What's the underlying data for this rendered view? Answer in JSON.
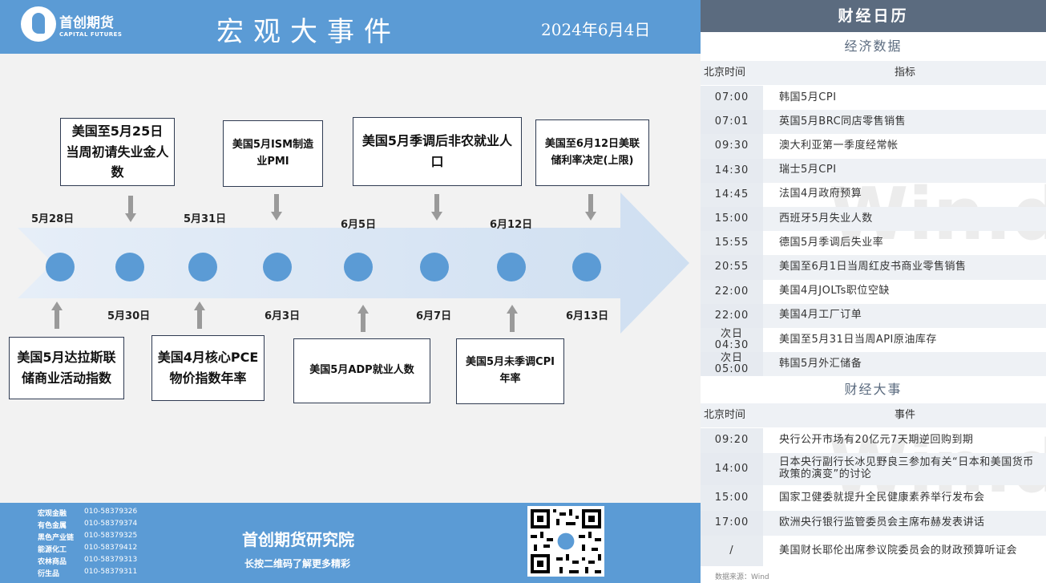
{
  "header": {
    "logo_cn": "首创期货",
    "logo_en": "CAPITAL FUTURES",
    "title": "宏观大事件",
    "date": "2024年6月4日"
  },
  "timeline": {
    "dates_top": [
      "5月28日",
      "5月31日",
      "6月5日",
      "6月12日"
    ],
    "dates_bottom": [
      "5月30日",
      "6月3日",
      "6月7日",
      "6月13日"
    ],
    "events_top": [
      "美国至5月25日当周初请失业金人数",
      "美国5月ISM制造业PMI",
      "美国5月季调后非农就业人口",
      "美国至6月12日美联储利率决定(上限)"
    ],
    "events_bottom": [
      "美国5月达拉斯联储商业活动指数",
      "美国4月核心PCE物价指数年率",
      "美国5月ADP就业人数",
      "美国5月未季调CPI年率"
    ]
  },
  "footer": {
    "contacts": [
      {
        "dept": "宏观金融",
        "phone": "010-58379326"
      },
      {
        "dept": "有色金属",
        "phone": "010-58379374"
      },
      {
        "dept": "黑色产业链",
        "phone": "010-58379325"
      },
      {
        "dept": "能源化工",
        "phone": "010-58379412"
      },
      {
        "dept": "农林商品",
        "phone": "010-58379313"
      },
      {
        "dept": "衍生品",
        "phone": "010-58379311"
      }
    ],
    "institute": "首创期货研究院",
    "slogan": "长按二维码了解更多精彩"
  },
  "calendar": {
    "title": "财经日历",
    "econ_title": "经济数据",
    "col_time": "北京时间",
    "col_indicator": "指标",
    "econ_rows": [
      {
        "time": "07:00",
        "name": "韩国5月CPI"
      },
      {
        "time": "07:01",
        "name": "英国5月BRC同店零售销售"
      },
      {
        "time": "09:30",
        "name": "澳大利亚第一季度经常帐"
      },
      {
        "time": "14:30",
        "name": "瑞士5月CPI"
      },
      {
        "time": "14:45",
        "name": "法国4月政府预算"
      },
      {
        "time": "15:00",
        "name": "西班牙5月失业人数"
      },
      {
        "time": "15:55",
        "name": "德国5月季调后失业率"
      },
      {
        "time": "20:55",
        "name": "美国至6月1日当周红皮书商业零售销售"
      },
      {
        "time": "22:00",
        "name": "美国4月JOLTs职位空缺"
      },
      {
        "time": "22:00",
        "name": "美国4月工厂订单"
      },
      {
        "time": "次日\n04:30",
        "name": "美国至5月31日当周API原油库存"
      },
      {
        "time": "次日\n05:00",
        "name": "韩国5月外汇储备"
      }
    ],
    "events_title": "财经大事",
    "col_event": "事件",
    "event_rows": [
      {
        "time": "09:20",
        "name": "央行公开市场有20亿元7天期逆回购到期"
      },
      {
        "time": "14:00",
        "name": "日本央行副行长冰见野良三参加有关“日本和美国货币政策的演变”的讨论"
      },
      {
        "time": "15:00",
        "name": "国家卫健委就提升全民健康素养举行发布会"
      },
      {
        "time": "17:00",
        "name": "欧洲央行银行监管委员会主席布赫发表讲话"
      },
      {
        "time": "/",
        "name": "美国财长耶伦出席参议院委员会的财政预算听证会"
      }
    ],
    "source": "数据来源：Wind",
    "watermark": "Win.d"
  },
  "colors": {
    "brand_blue": "#5b9bd5",
    "calendar_header": "#5b6b7f",
    "arrow_fill": "#dce8f5"
  },
  "icons": [
    "logo-icon",
    "qr-code-icon"
  ]
}
